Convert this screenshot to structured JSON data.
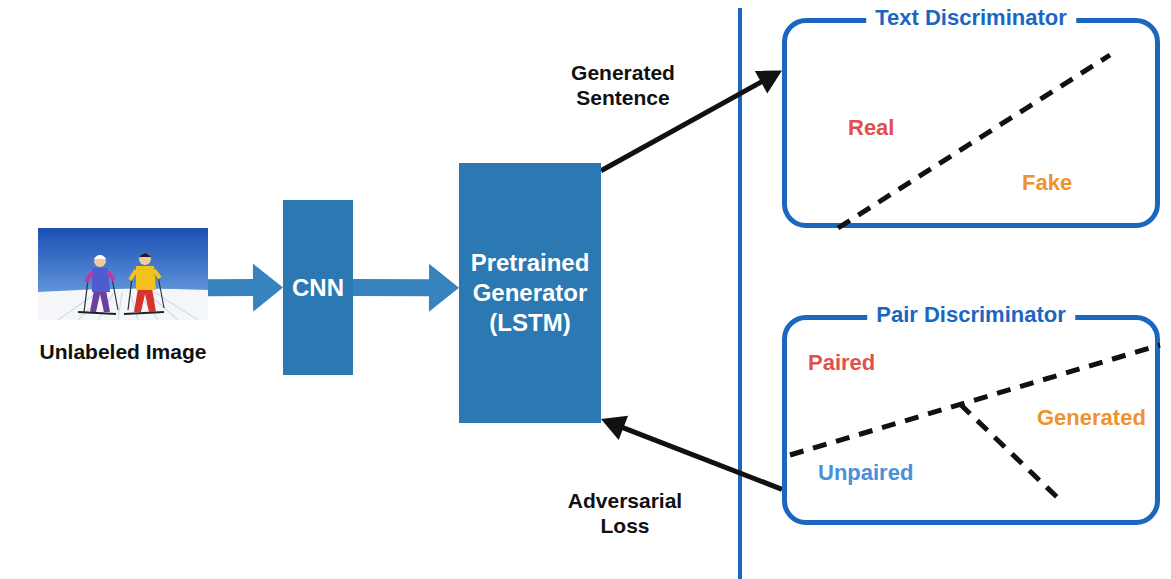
{
  "diagram": {
    "nodes": [
      {
        "text": [
          "Unlabeled Image"
        ]
      },
      {
        "text": [
          "CNN"
        ]
      },
      {
        "text": [
          "Pretrained Generator (LSTM)"
        ]
      },
      {
        "text": [
          "Text Discriminator",
          "Real",
          "Fake"
        ]
      },
      {
        "text": [
          "Pair Discriminator",
          "Paired",
          "Generated",
          "Unpaired"
        ]
      }
    ],
    "edges": [
      {
        "from": 0,
        "to": 1,
        "arrow": "to"
      },
      {
        "from": 1,
        "to": 2,
        "arrow": "to"
      },
      {
        "from": 2,
        "to": 3,
        "arrow": "to",
        "label": "Generated Sentence"
      },
      {
        "from": 4,
        "to": 2,
        "arrow": "to",
        "label": "Adversarial Loss"
      }
    ]
  }
}
